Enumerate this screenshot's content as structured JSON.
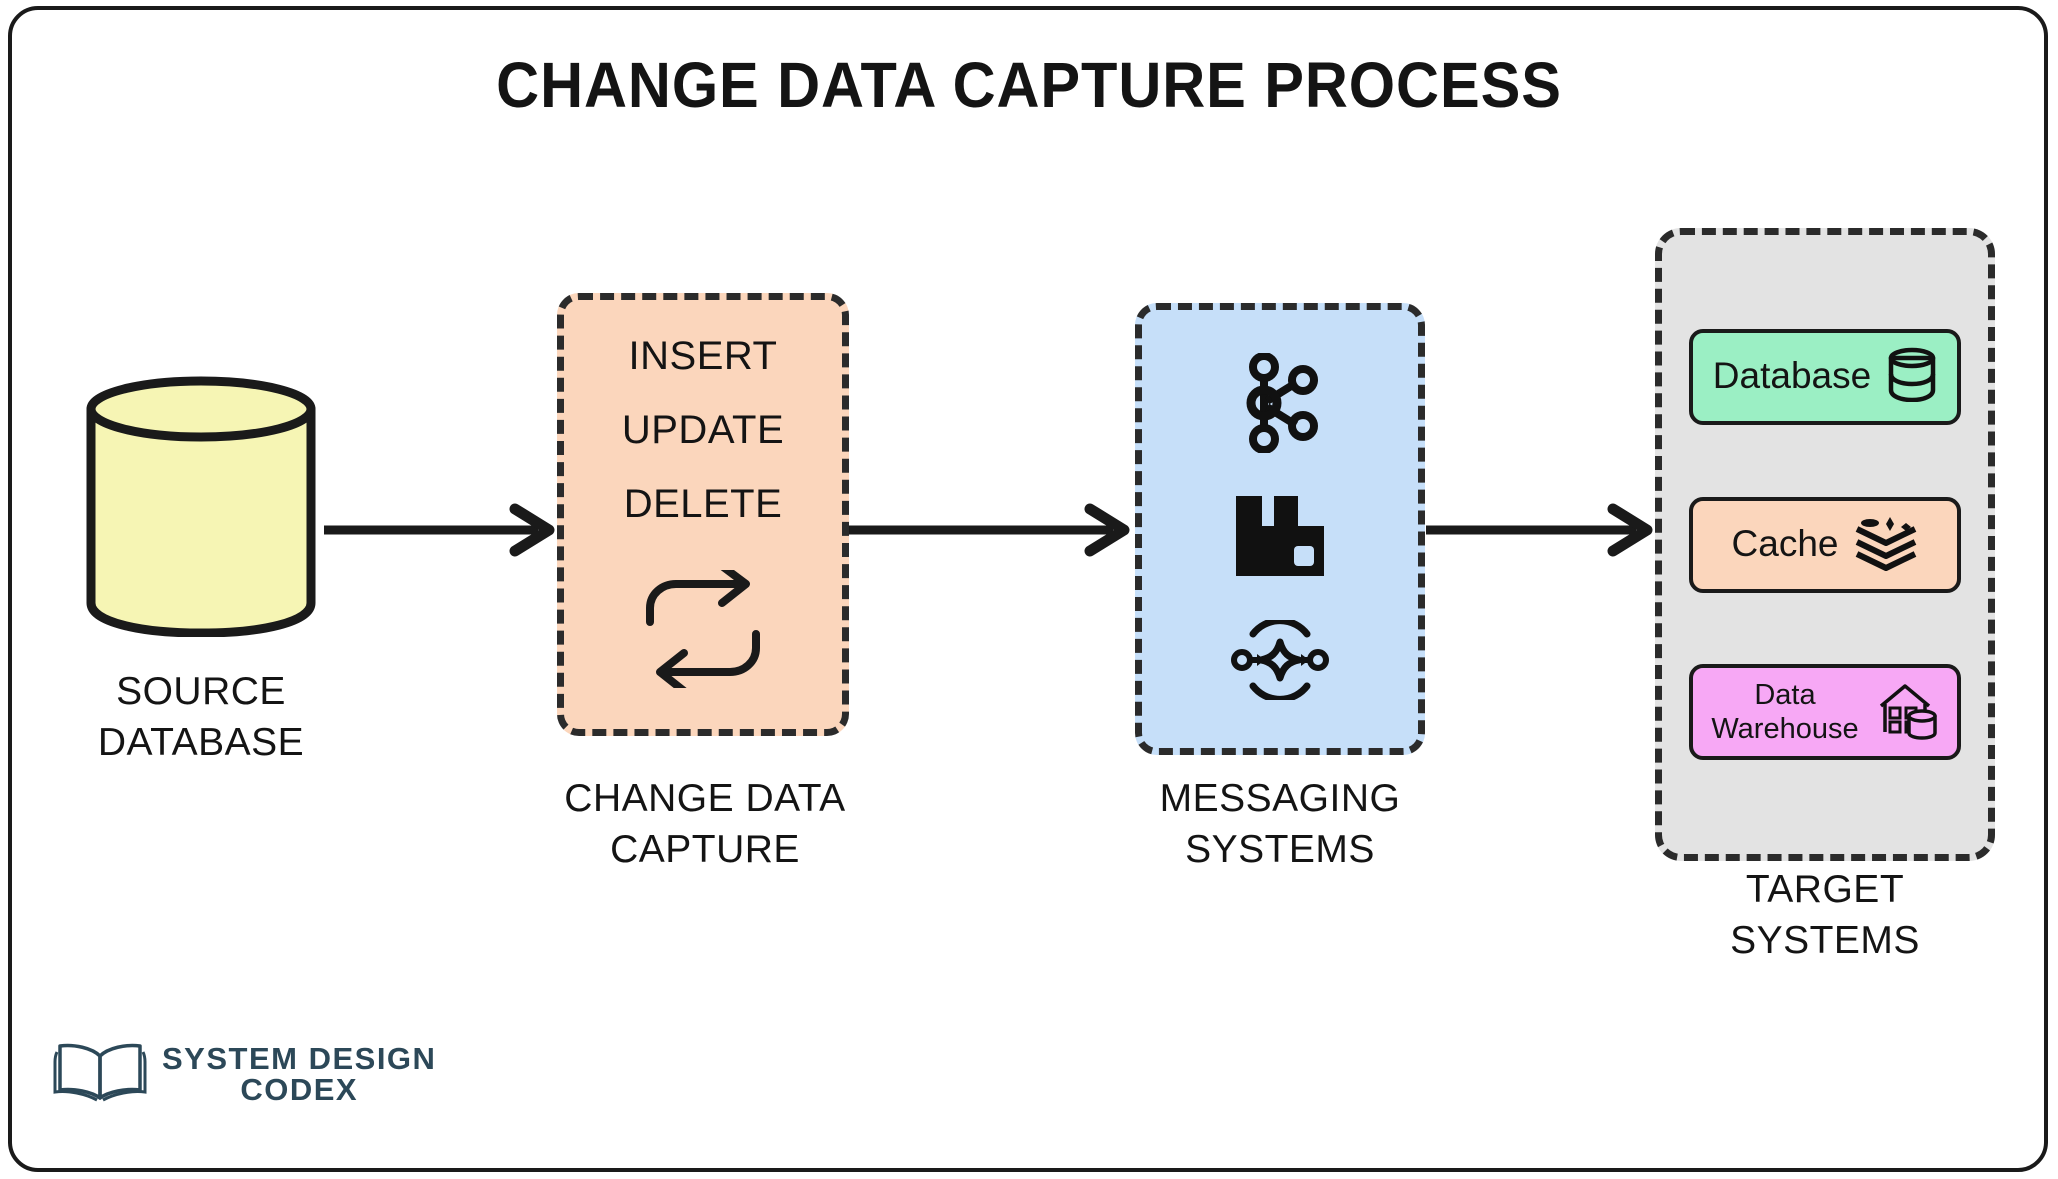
{
  "diagram": {
    "title": "CHANGE DATA CAPTURE PROCESS",
    "colors": {
      "source_fill": "#F6F5B4",
      "cdc_fill": "#FBD6BC",
      "messaging_fill": "#C6DFF9",
      "target_panel_fill": "#E3E3E3",
      "database_fill": "#9BEFC4",
      "cache_fill": "#FBD6BC",
      "warehouse_fill": "#F7A8F5",
      "stroke": "#1a1a1a",
      "logo": "#2C4858"
    }
  },
  "source": {
    "label_line1": "SOURCE",
    "label_line2": "DATABASE",
    "icon": "database-cylinder-icon"
  },
  "cdc": {
    "operations": [
      "INSERT",
      "UPDATE",
      "DELETE"
    ],
    "icon": "sync-swap-arrows-icon",
    "label_line1": "CHANGE DATA",
    "label_line2": "CAPTURE"
  },
  "messaging": {
    "icons": [
      "kafka-node-graph-icon",
      "rabbitmq-factory-icon",
      "pulsar-star-circle-icon"
    ],
    "label_line1": "MESSAGING",
    "label_line2": "SYSTEMS"
  },
  "target": {
    "label_line1": "TARGET",
    "label_line2": "SYSTEMS",
    "items": [
      {
        "label": "Database",
        "label_line2": "",
        "icon": "database-cylinder-icon",
        "fill": "#9BEFC4"
      },
      {
        "label": "Cache",
        "label_line2": "",
        "icon": "layers-stack-icon",
        "fill": "#FBD6BC"
      },
      {
        "label": "Data",
        "label_line2": "Warehouse",
        "icon": "data-warehouse-icon",
        "fill": "#F7A8F5"
      }
    ]
  },
  "arrows": [
    {
      "name": "arrow-source-to-cdc"
    },
    {
      "name": "arrow-cdc-to-messaging"
    },
    {
      "name": "arrow-messaging-to-target"
    }
  ],
  "logo": {
    "line1": "SYSTEM DESIGN",
    "line2": "CODEX",
    "icon": "open-book-icon"
  }
}
